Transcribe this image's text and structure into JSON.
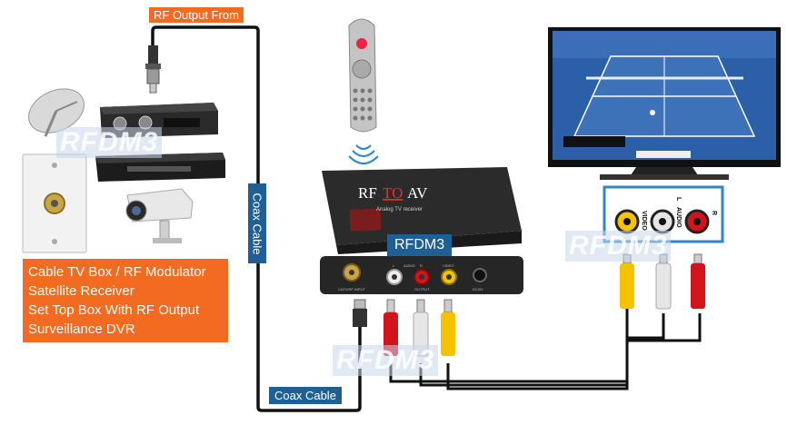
{
  "labels": {
    "rf_output": "RF Output From",
    "coax_vertical": "Coax Cable",
    "coax_bottom": "Coax Cable",
    "device_model": "RFDM3"
  },
  "sources": [
    "Cable TV Box / RF Modulator",
    "Satellite Receiver",
    "Set Top Box With RF Output",
    "Surveillance DVR"
  ],
  "device": {
    "brand_part1": "RF",
    "brand_part2": "TO",
    "brand_part3": "AV",
    "subtitle": "Analog TV receiver",
    "port_labels": [
      "CATV/RF INPUT",
      "L",
      "AUDIO",
      "R",
      "OUTPUT",
      "VIDEO",
      "DC/5V"
    ]
  },
  "tv_inputs": [
    "VIDEO",
    "L",
    "AUDIO",
    "R"
  ],
  "watermark": "RFDM3",
  "colors": {
    "orange": "#f26b21",
    "blue": "#1f5f93",
    "cable": "#111111",
    "rca_yellow": "#f5c200",
    "rca_white": "#e6e6e6",
    "rca_red": "#d4141c",
    "tv_frame_border": "#2f86c9"
  },
  "icons": {
    "satellite": "satellite-dish-icon",
    "set_top_box": "set-top-box-icon",
    "wall_plate": "coax-wall-plate-icon",
    "camera": "security-camera-icon",
    "remote": "remote-control-icon",
    "signal": "signal-waves-icon",
    "tv": "television-icon"
  }
}
